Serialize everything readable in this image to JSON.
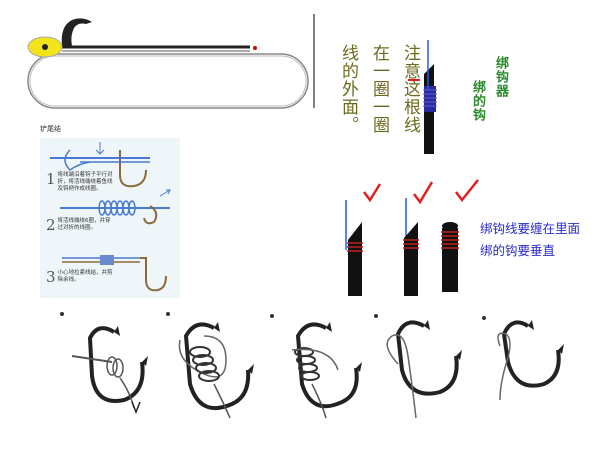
{
  "tail_knot": {
    "title": "铲尾结",
    "steps": [
      {
        "num": "1",
        "text": "将线端沿着钩子平行对折，将活线端绕着鱼线及钩柄作成线圈。"
      },
      {
        "num": "2",
        "text": "将活线端绕6圈，并穿过对折的线圈。"
      },
      {
        "num": "3",
        "text": "小心地拉紧线结，并剪除余线。"
      }
    ]
  },
  "vertical_note": {
    "columns": [
      "注意这根线",
      "在一圈一圈",
      "线的外面。"
    ]
  },
  "binder_label": {
    "columns": [
      "绑钩器",
      "绑的钩"
    ]
  },
  "notes": {
    "line_inside": "绑钩线要缠在里面",
    "hook_vertical": "绑的钩要垂直"
  },
  "colors": {
    "note_blue": "#2a2ad0",
    "vertical_text": "#6b6b1e",
    "binder_green": "#2e8b2e",
    "check_red": "#e02020",
    "float_yellow": "#f2e41a"
  }
}
